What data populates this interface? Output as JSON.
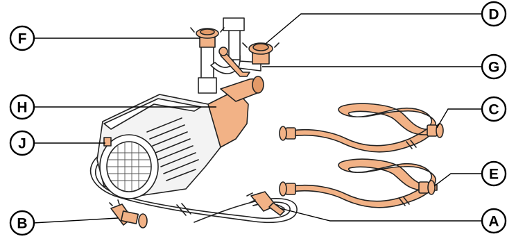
{
  "diagram": {
    "callouts": [
      {
        "id": "callout-f",
        "letter": "F"
      },
      {
        "id": "callout-d",
        "letter": "D"
      },
      {
        "id": "callout-g",
        "letter": "G"
      },
      {
        "id": "callout-h",
        "letter": "H"
      },
      {
        "id": "callout-c",
        "letter": "C"
      },
      {
        "id": "callout-j",
        "letter": "J"
      },
      {
        "id": "callout-e",
        "letter": "E"
      },
      {
        "id": "callout-b",
        "letter": "B"
      },
      {
        "id": "callout-a",
        "letter": "A"
      }
    ],
    "colors": {
      "hose": "#f2b286",
      "hose_dark": "#e39a68",
      "outline": "#222222",
      "housing": "#f3f3f3"
    }
  }
}
